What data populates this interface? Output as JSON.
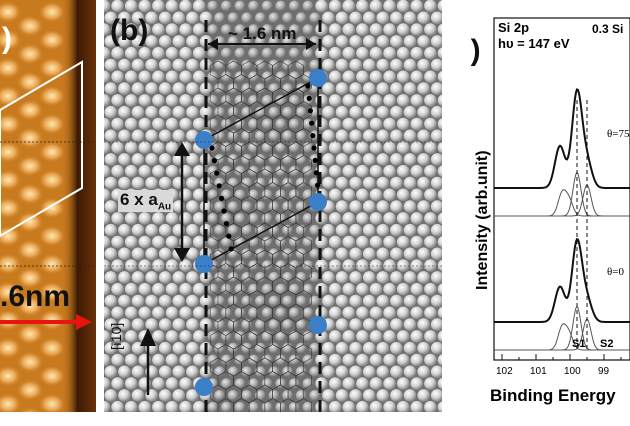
{
  "panel_a": {
    "label": ")",
    "scale_text": ".6nm"
  },
  "panel_b": {
    "label": "(b)",
    "width_label": "~ 1.6 nm",
    "period_label": "6 x a",
    "period_sub": "Au",
    "direction_label": "[ī10]"
  },
  "panel_c": {
    "label": "(c)",
    "core_level": "Si 2p",
    "photon_energy": "hυ = 147 eV",
    "coverage": "0.3 Si",
    "angle_top": "θ=75",
    "angle_bottom": "θ=0",
    "peak_s1": "S1",
    "peak_s2": "S2",
    "ylabel": "Intensity (arb.unit)",
    "xlabel": "Binding Energy",
    "xticks": [
      "102",
      "101",
      "100",
      "99"
    ]
  },
  "colors": {
    "stm_orange": "#c77a1e",
    "atom_blue": "#3a7fc7",
    "arrow_red": "#e8140f"
  }
}
